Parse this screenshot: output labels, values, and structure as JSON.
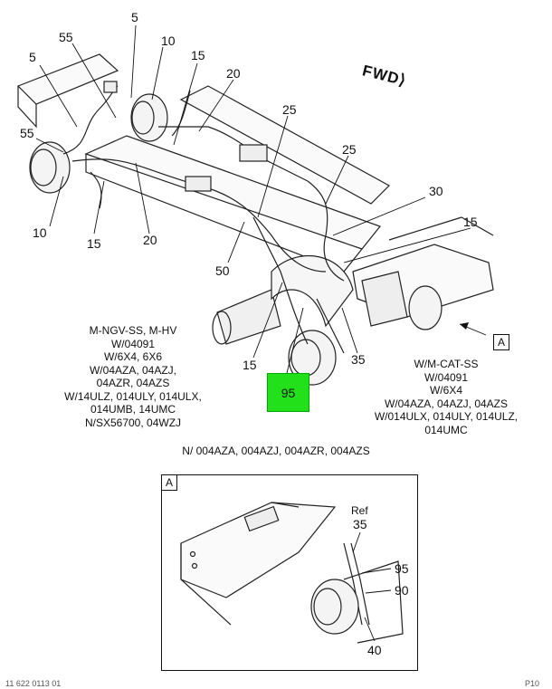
{
  "callouts": {
    "c5a": "5",
    "c55a": "55",
    "c10a": "10",
    "c5b": "5",
    "c15a": "15",
    "c20a": "20",
    "c25a": "25",
    "c55b": "55",
    "c25b": "25",
    "c30": "30",
    "c10b": "10",
    "c15b": "15",
    "c20b": "20",
    "c15c": "15",
    "c50": "50",
    "c15d": "15",
    "c35": "35",
    "c95": "95"
  },
  "fwd_label": "FWD",
  "view_ref": "A",
  "left_note": [
    "M-NGV-SS, M-HV",
    "W/04091",
    "W/6X4, 6X6",
    "W/04AZA, 04AZJ,",
    "04AZR, 04AZS",
    "W/14ULZ, 014ULY, 014ULX,",
    "014UMB, 14UMC",
    "N/SX56700, 04WZJ"
  ],
  "right_note": [
    "W/M-CAT-SS",
    "W/04091",
    "W/6X4",
    "W/04AZA, 04AZJ, 04AZS",
    "W/014ULX, 014ULY, 014ULZ,",
    "014UMC"
  ],
  "applies_note": "N/ 004AZA, 004AZJ, 004AZR, 004AZS",
  "detail": {
    "tag": "A",
    "ref_word": "Ref",
    "ref_num": "35",
    "c95": "95",
    "c90": "90",
    "c40": "40"
  },
  "footer_left": "11 622 0113 01",
  "footer_right": "P10"
}
